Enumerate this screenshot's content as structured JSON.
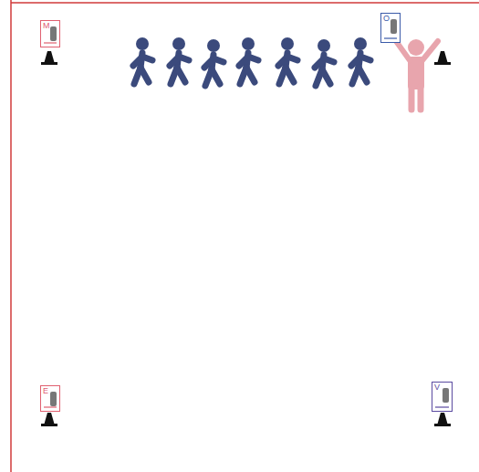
{
  "diagram": {
    "nodes": [
      {
        "text": [
          "M"
        ]
      },
      {
        "text": [
          "O"
        ]
      },
      {
        "text": [
          "E"
        ]
      },
      {
        "text": [
          "V"
        ]
      }
    ]
  }
}
